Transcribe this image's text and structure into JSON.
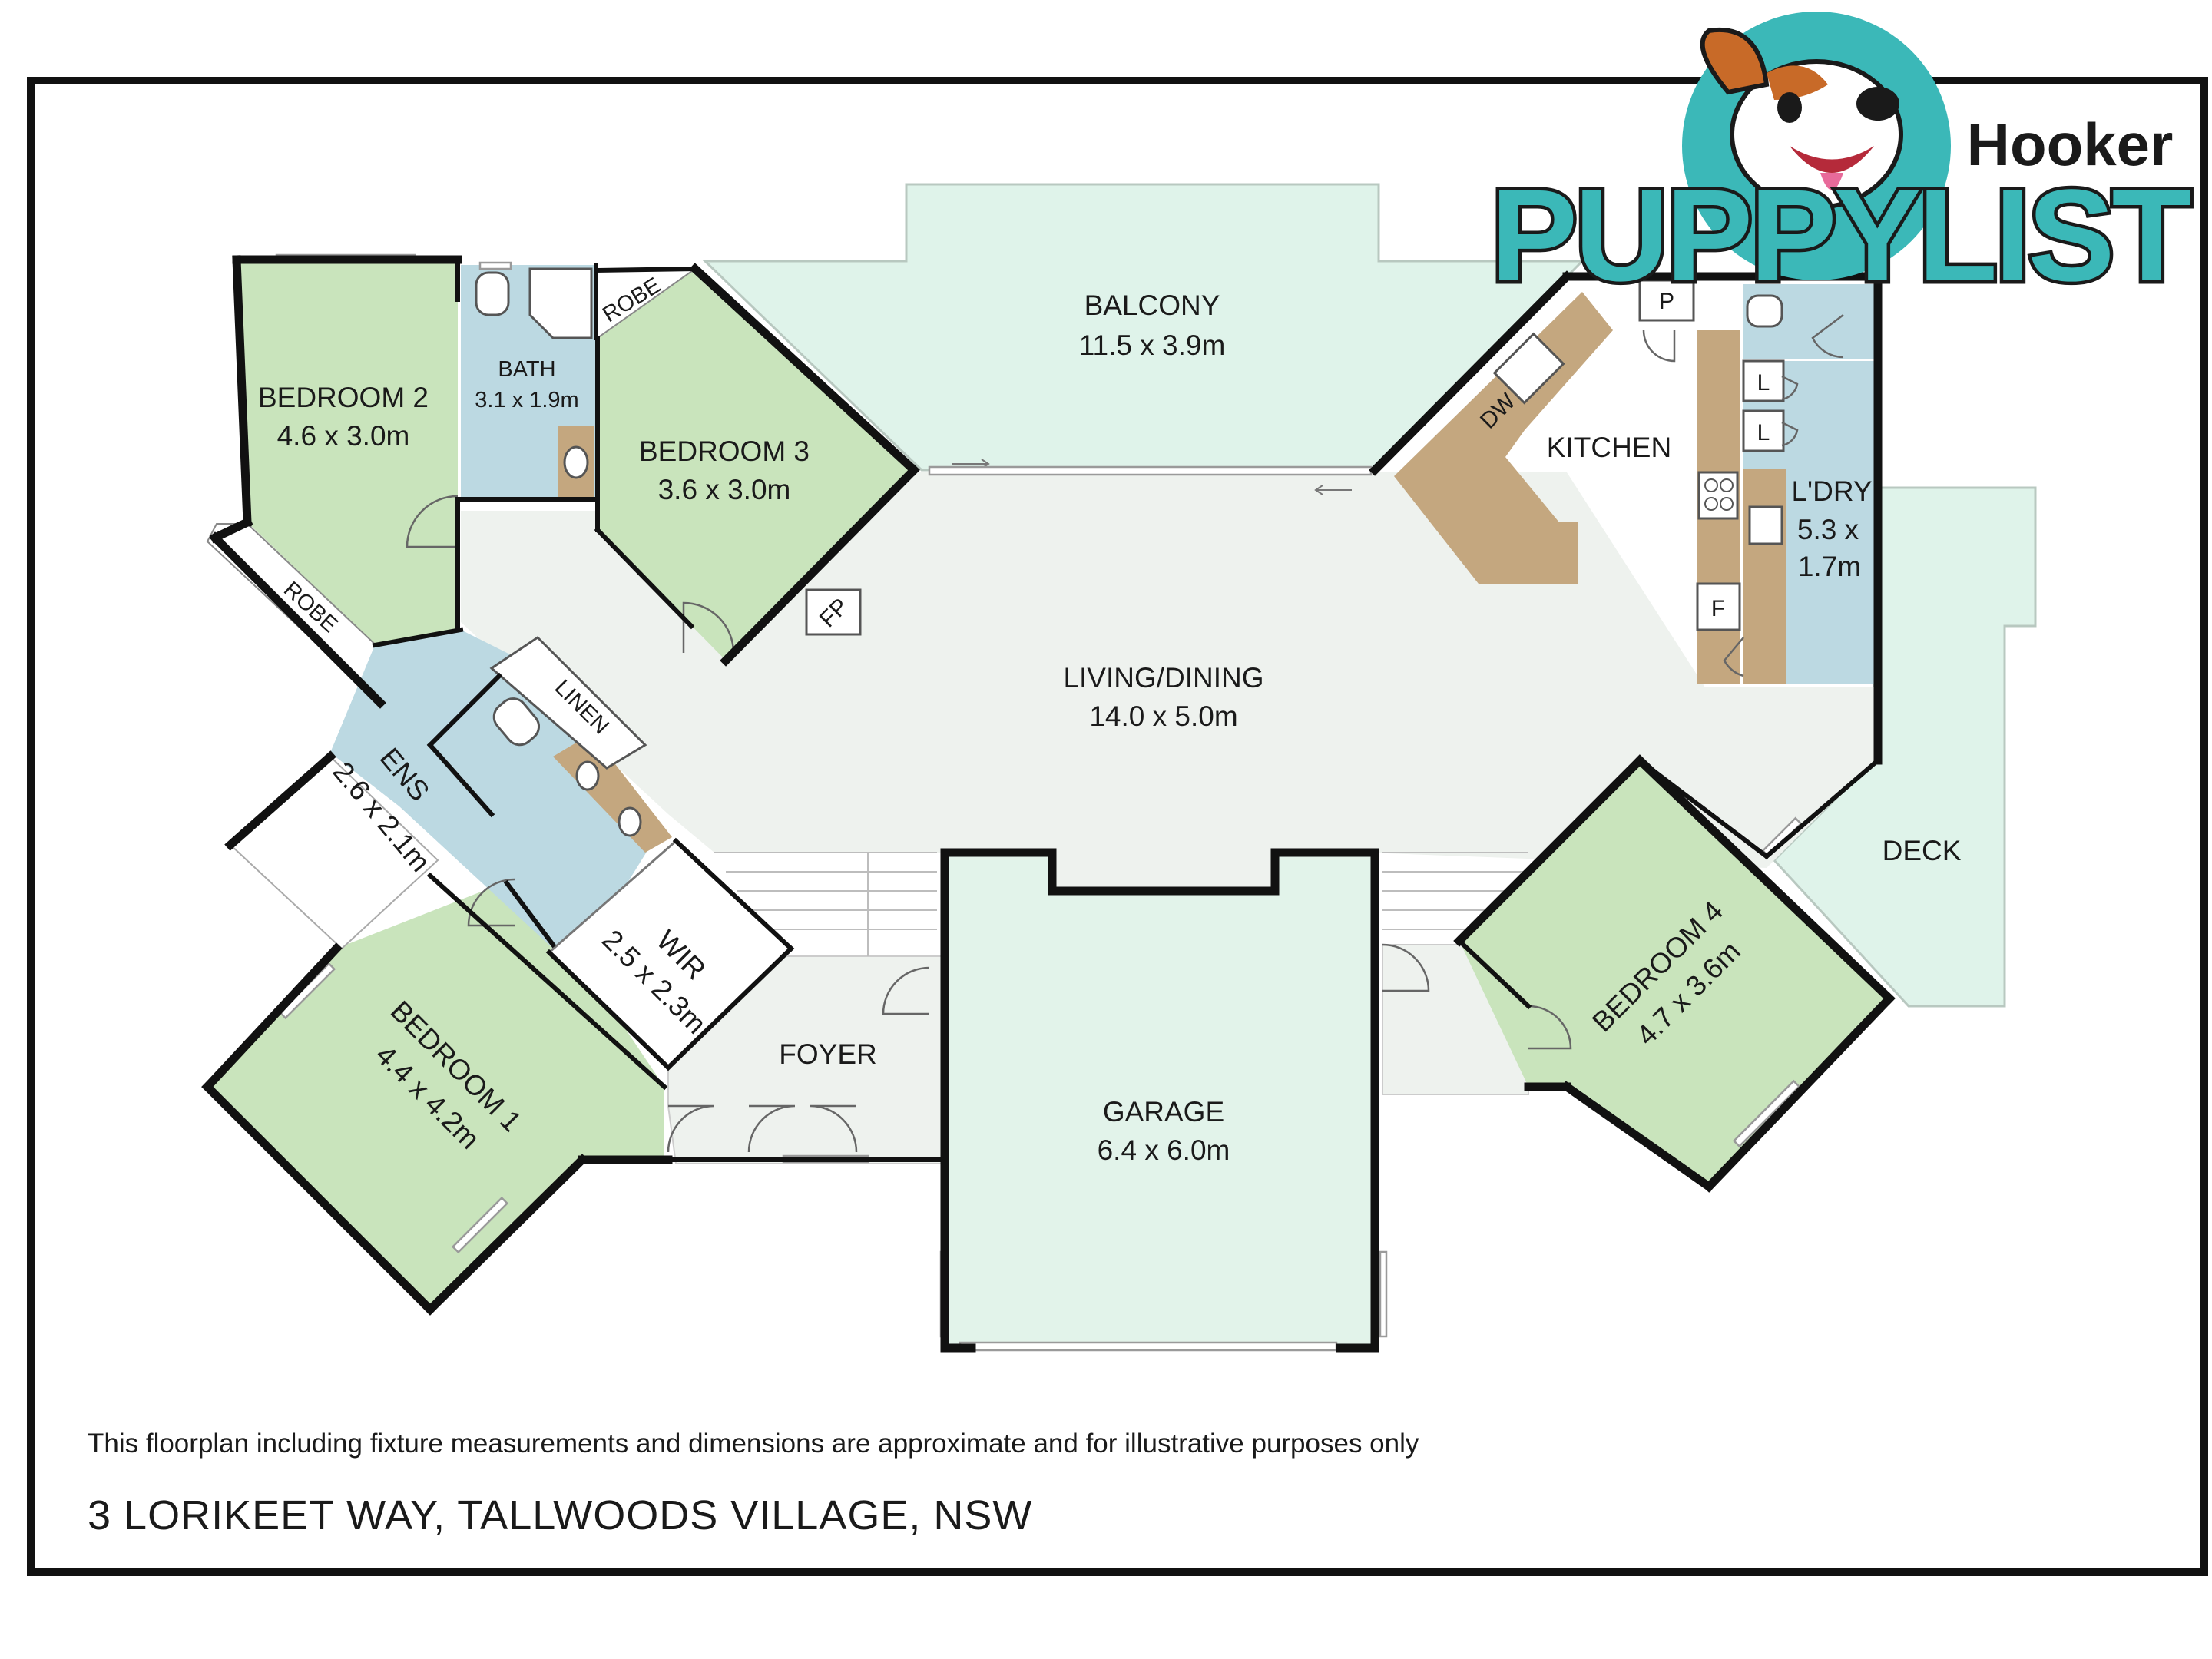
{
  "rooms": {
    "balcony": {
      "name": "BALCONY",
      "dim": "11.5 x 3.9m"
    },
    "bedroom2": {
      "name": "BEDROOM 2",
      "dim": "4.6 x 3.0m"
    },
    "bath": {
      "name": "BATH",
      "dim": "3.1 x 1.9m"
    },
    "bedroom3": {
      "name": "BEDROOM 3",
      "dim": "3.6 x 3.0m"
    },
    "kitchen": {
      "name": "KITCHEN"
    },
    "laundry": {
      "name": "L'DRY",
      "dim_line1": "5.3 x",
      "dim_line2": "1.7m"
    },
    "living": {
      "name": "LIVING/DINING",
      "dim": "14.0 x 5.0m"
    },
    "ensuite": {
      "name": "ENS",
      "dim": "2.6 x 2.1m"
    },
    "wir": {
      "name": "WIR",
      "dim": "2.5 x 2.3m"
    },
    "foyer": {
      "name": "FOYER"
    },
    "garage": {
      "name": "GARAGE",
      "dim": "6.4 x 6.0m"
    },
    "bedroom1": {
      "name": "BEDROOM 1",
      "dim": "4.4 x 4.2m"
    },
    "bedroom4": {
      "name": "BEDROOM 4",
      "dim": "4.7 x 3.6m"
    },
    "deck": {
      "name": "DECK"
    }
  },
  "fixtures": {
    "robe_bed2": "ROBE",
    "robe_bed3": "ROBE",
    "linen": "LINEN",
    "fireplace": "FP",
    "dishwasher": "DW",
    "pantry": "P",
    "linen_cupboard_1": "L",
    "linen_cupboard_2": "L",
    "fridge": "F"
  },
  "footer": {
    "disclaimer": "This floorplan including fixture measurements and dimensions are approximate and for illustrative purposes only",
    "address": "3 LORIKEET WAY, TALLWOODS VILLAGE, NSW"
  },
  "logo": {
    "brand_top": "Hooker",
    "brand_main": "PUPPYLIST",
    "mascot_icon": "puppy-mascot-icon"
  },
  "colors": {
    "bedroom": "#c9e4bc",
    "wet_area": "#bcd9e2",
    "outdoor": "#dff3ea",
    "garage": "#e2f3ea",
    "living": "#eef2ee",
    "bench": "#c4a77f",
    "logo_teal": "#3bb8b8"
  }
}
